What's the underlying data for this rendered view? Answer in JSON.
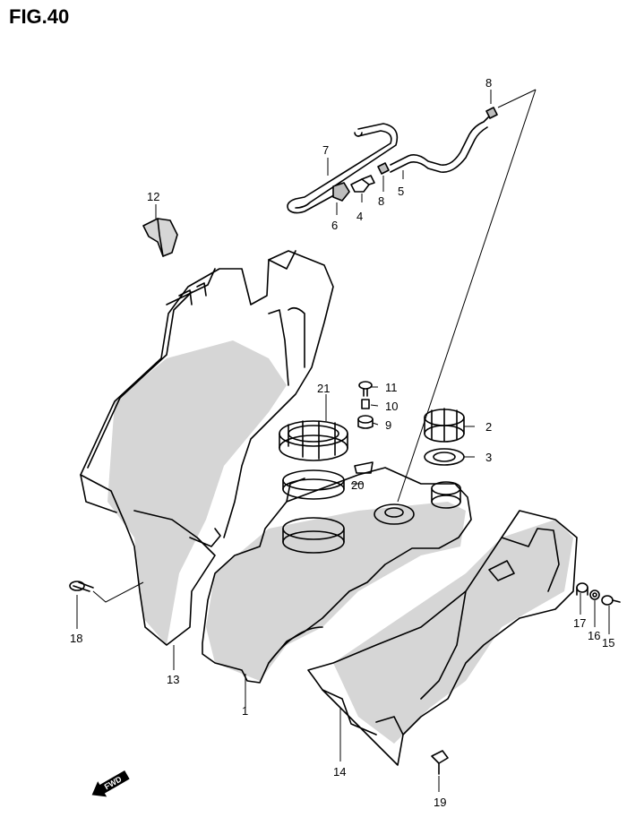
{
  "figure": {
    "title": "FIG.40"
  },
  "callouts": {
    "c1": "1",
    "c2": "2",
    "c3": "3",
    "c4": "4",
    "c5": "5",
    "c6": "6",
    "c7": "7",
    "c8a": "8",
    "c8b": "8",
    "c9": "9",
    "c10": "10",
    "c11": "11",
    "c12": "12",
    "c13": "13",
    "c14": "14",
    "c15": "15",
    "c16": "16",
    "c17": "17",
    "c18": "18",
    "c19": "19",
    "c20": "20",
    "c21": "21"
  },
  "direction_marker": {
    "label": "FWD"
  }
}
